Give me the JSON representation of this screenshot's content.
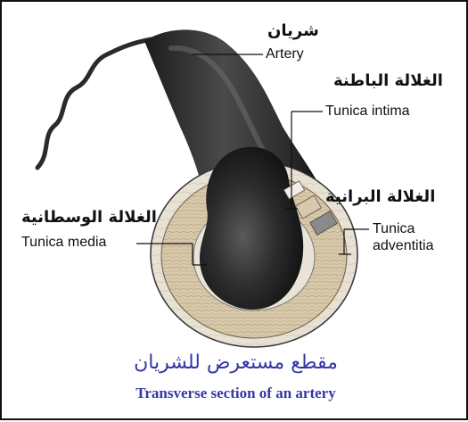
{
  "labels": {
    "artery_ar": "شريان",
    "artery_en": "Artery",
    "intima_ar": "الغلالة الباطنة",
    "intima_en": "Tunica intima",
    "media_ar": "الغلالة الوسطانية",
    "media_en": "Tunica media",
    "adventitia_ar": "الغلالة البرانية",
    "adventitia_en_line1": "Tunica",
    "adventitia_en_line2": "adventitia"
  },
  "caption": {
    "arabic": "مقطع مستعرض للشريان",
    "english": "Transverse section of an artery"
  },
  "colors": {
    "caption": "#3437a7",
    "artery_dark": "#262626",
    "media_tan": "#d8c9ac",
    "adventitia_light": "#e7e1d3"
  }
}
